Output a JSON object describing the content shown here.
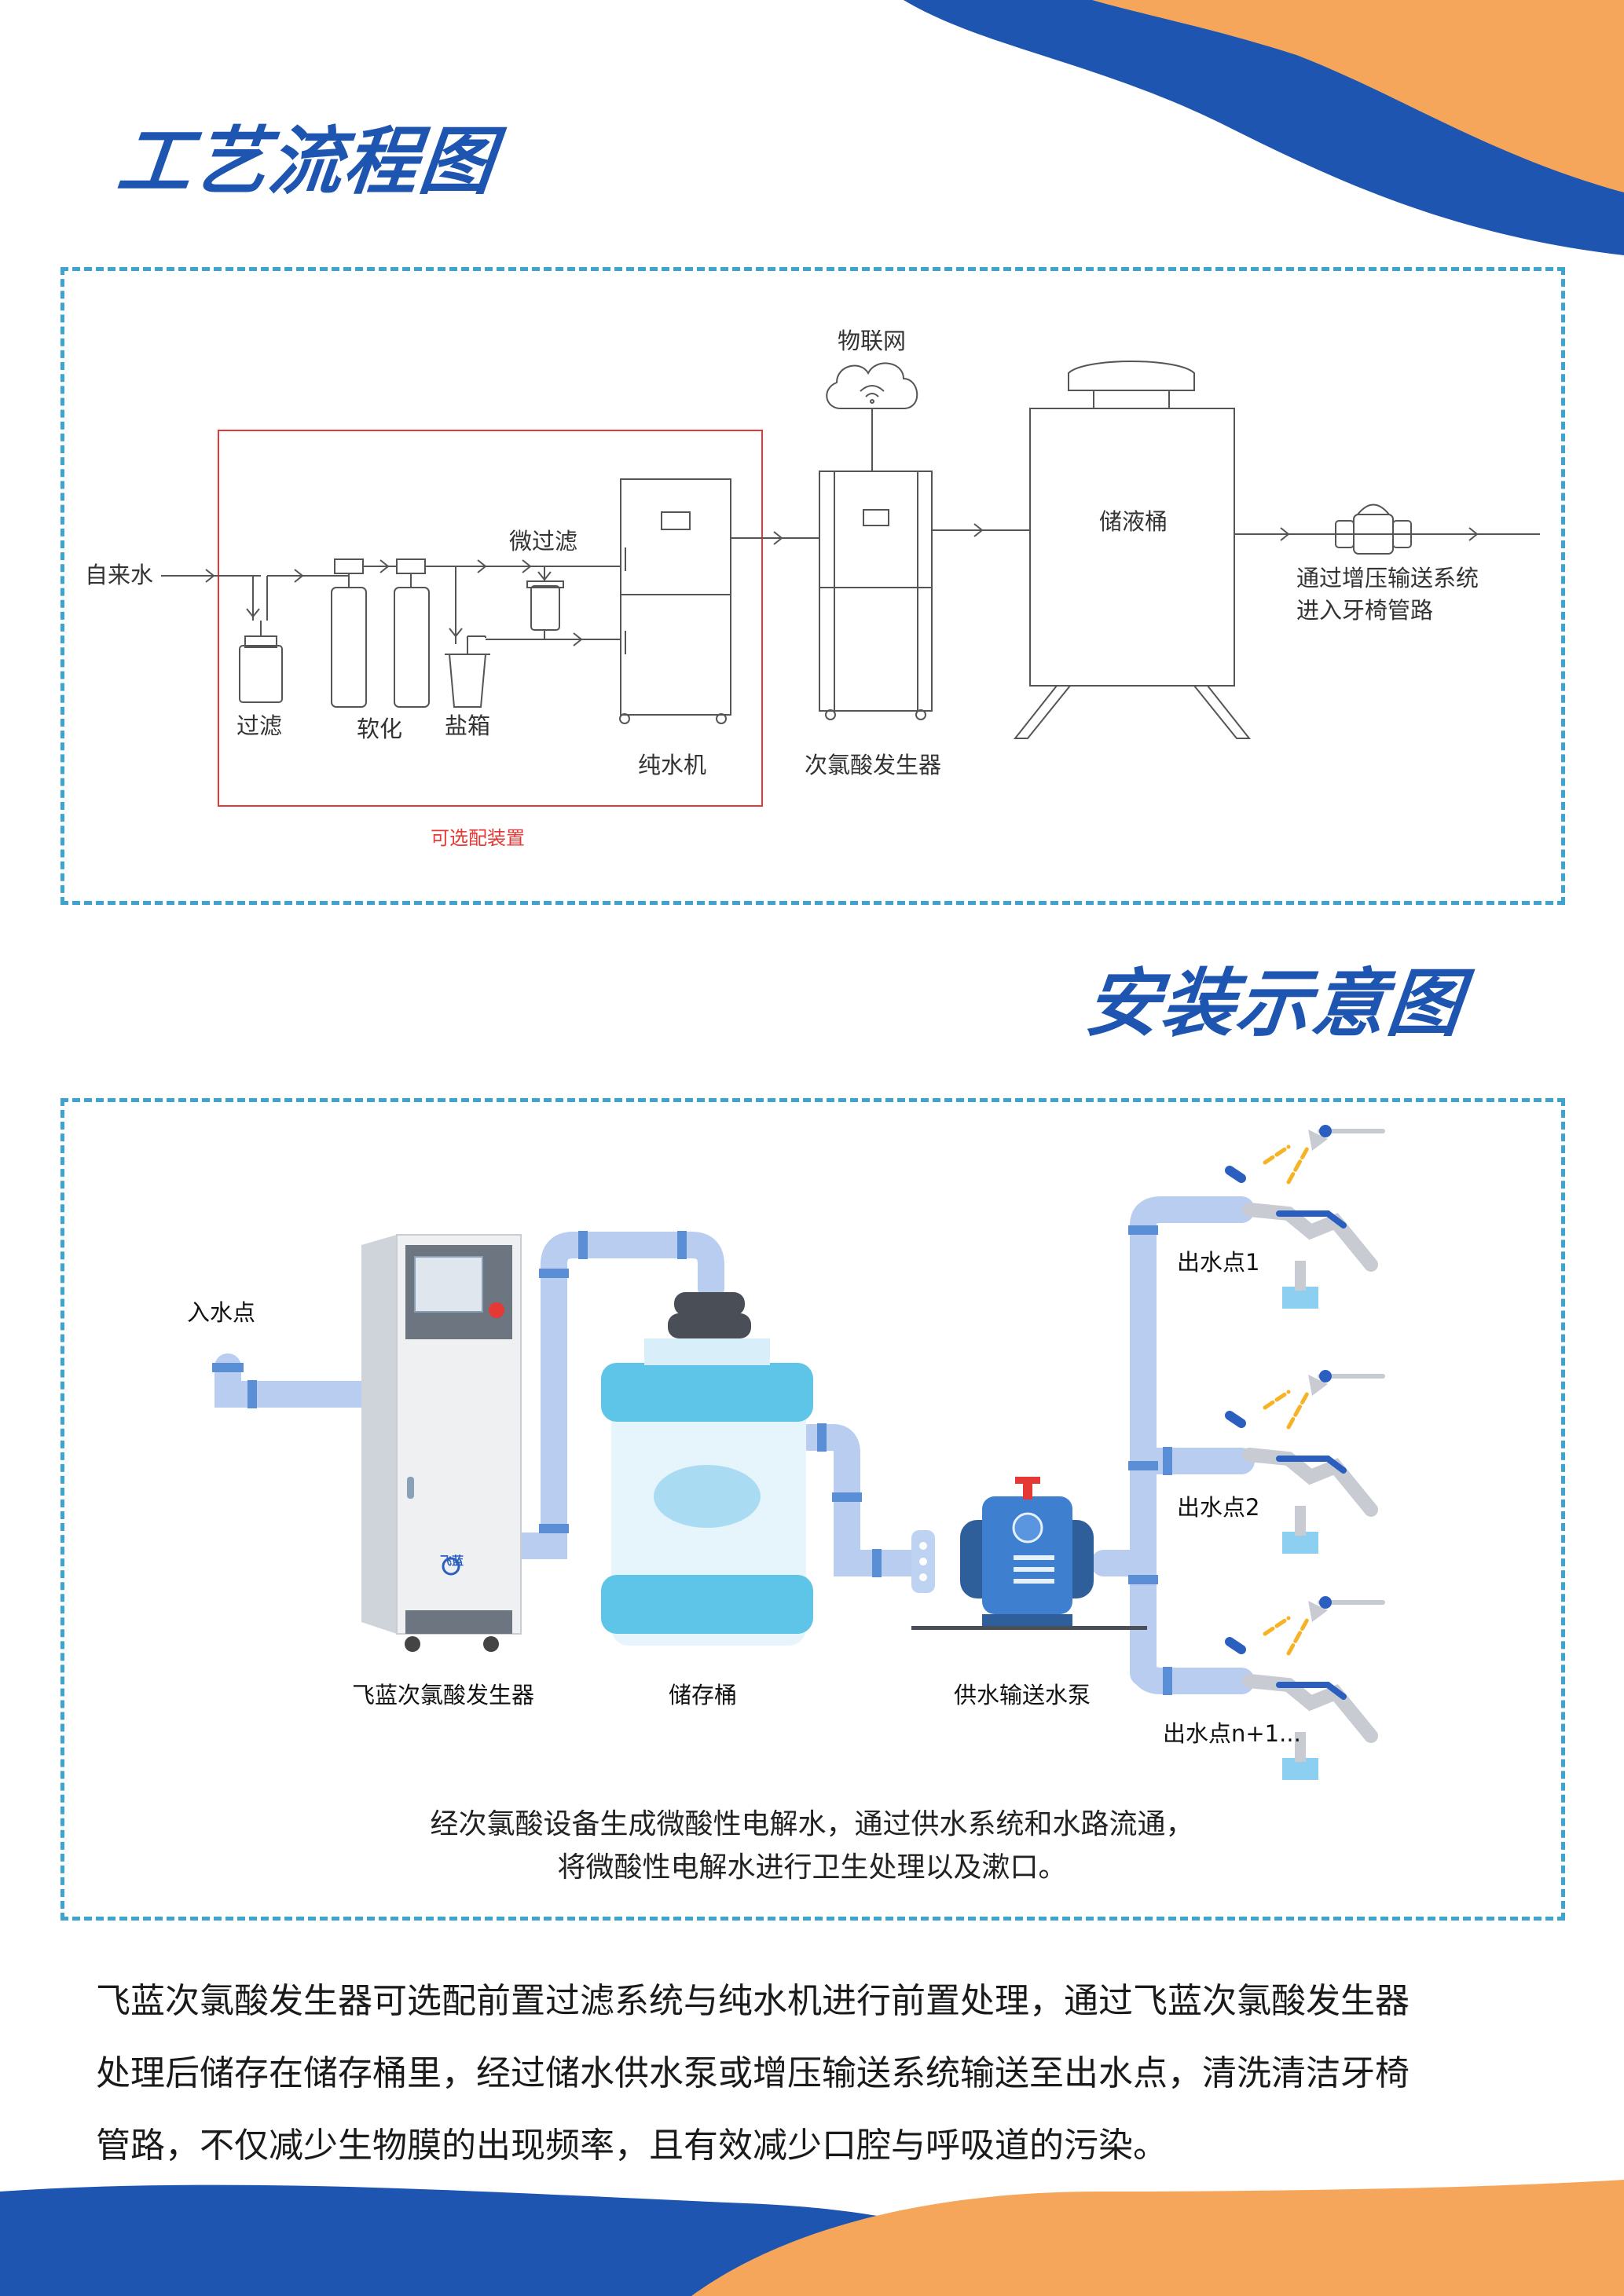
{
  "headings": {
    "process": "工艺流程图",
    "install": "安装示意图"
  },
  "process_diagram": {
    "tap_water": "自来水",
    "filter": "过滤",
    "softener": "软化",
    "salt_box": "盐箱",
    "micro_filter": "微过滤",
    "pure_water_machine": "纯水机",
    "iot": "物联网",
    "generator": "次氯酸发生器",
    "storage_tank": "储液桶",
    "output_line1": "通过增压输送系统",
    "output_line2": "进入牙椅管路",
    "optional_label": "可选配装置",
    "colors": {
      "frame": "#3fa3cf",
      "optional_box": "#e53935"
    }
  },
  "install_diagram": {
    "inlet": "入水点",
    "generator_label": "飞蓝次氯酸发生器",
    "storage_label": "储存桶",
    "pump_label": "供水输送水泵",
    "outlet1": "出水点1",
    "outlet2": "出水点2",
    "outlet3": "出水点n+1...",
    "brand_logo": "飞蓝",
    "caption_line1": "经次氯酸设备生成微酸性电解水，通过供水系统和水路流通，",
    "caption_line2": "将微酸性电解水进行卫生处理以及漱口。"
  },
  "description": {
    "line1": "飞蓝次氯酸发生器可选配前置过滤系统与纯水机进行前置处理，通过飞蓝次氯酸发生器",
    "line2": "处理后储存在储存桶里，经过储水供水泵或增压输送系统输送至出水点，清洗清洁牙椅",
    "line3": "管路，不仅减少生物膜的出现频率，且有效减少口腔与呼吸道的污染。"
  },
  "colors": {
    "brand_blue": "#1d55b0",
    "accent_orange": "#f5a65b",
    "pipe": "#b8cdf0",
    "tank": "#5ec4e8"
  }
}
